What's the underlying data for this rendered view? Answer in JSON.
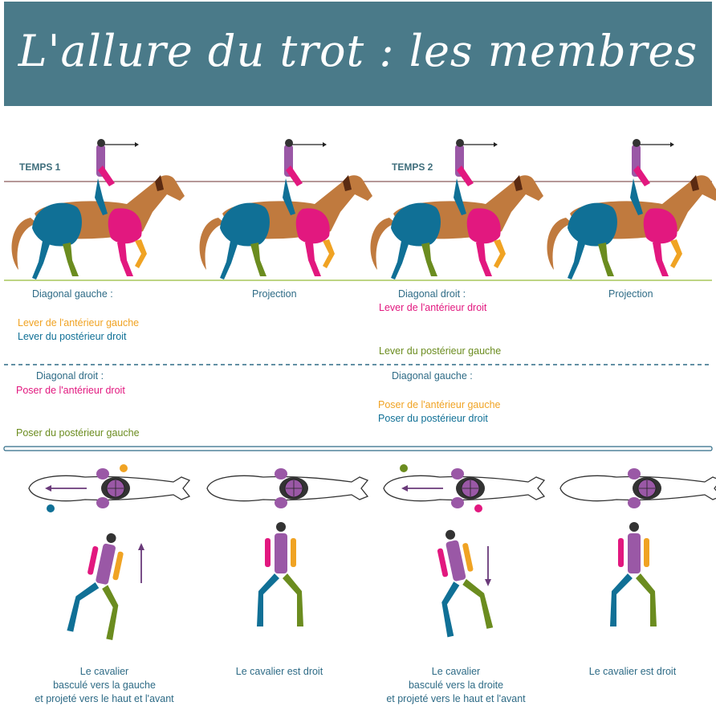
{
  "title": "L'allure du trot : les membres",
  "temps": [
    "TEMPS 1",
    "TEMPS 2"
  ],
  "phases": {
    "p1": {
      "heading": "Diagonal gauche :",
      "line1": "Lever de l'antérieur gauche",
      "line2": "Lever du postérieur droit"
    },
    "p2": {
      "heading": "Projection"
    },
    "p3": {
      "heading": "Diagonal droit  :",
      "line1": "Lever de l'antérieur droit",
      "line2": "Lever du postérieur gauche"
    },
    "p4": {
      "heading": "Projection"
    }
  },
  "landing": {
    "left": {
      "heading": "Diagonal droit  :",
      "line1": "Poser de l'antérieur droit",
      "line2": "Poser du postérieur gauche"
    },
    "right": {
      "heading": "Diagonal gauche :",
      "line1": "Poser de l'antérieur gauche",
      "line2": "Poser du postérieur droit"
    }
  },
  "captions": {
    "c1": [
      "Le cavalier",
      "basculé vers la gauche",
      "et projeté vers le haut et l'avant"
    ],
    "c2": [
      "Le cavalier est droit"
    ],
    "c3": [
      "Le cavalier",
      "basculé vers la droite",
      "et projeté vers le haut et l'avant"
    ],
    "c4": [
      "Le cavalier est droit"
    ]
  },
  "colors": {
    "banner": "#4a7a89",
    "anterieur_gauche": "#f0a323",
    "anterieur_droit": "#e2187f",
    "posterieur_droit": "#107096",
    "posterieur_gauche": "#6b8c1f",
    "cavalier": "#9a58a6",
    "cheval": "#c07a3e"
  }
}
